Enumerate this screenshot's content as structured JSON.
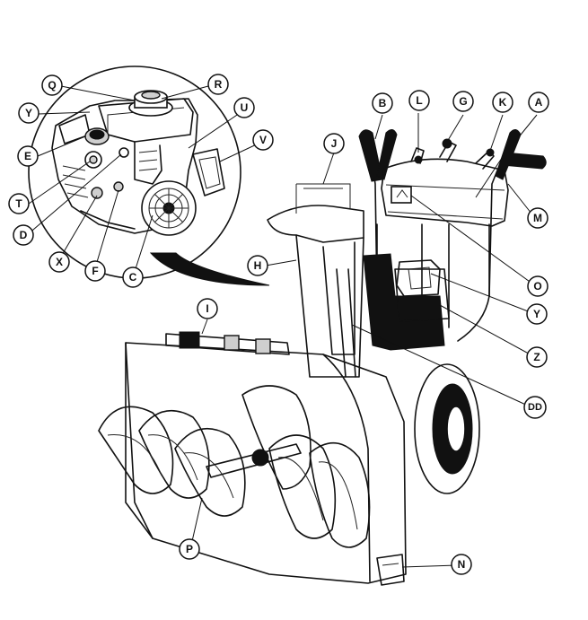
{
  "callouts": [
    {
      "id": "A",
      "label": "A"
    },
    {
      "id": "B",
      "label": "B"
    },
    {
      "id": "C",
      "label": "C"
    },
    {
      "id": "D",
      "label": "D"
    },
    {
      "id": "DD",
      "label": "DD"
    },
    {
      "id": "E",
      "label": "E"
    },
    {
      "id": "F",
      "label": "F"
    },
    {
      "id": "G",
      "label": "G"
    },
    {
      "id": "H",
      "label": "H"
    },
    {
      "id": "I",
      "label": "I"
    },
    {
      "id": "J",
      "label": "J"
    },
    {
      "id": "K",
      "label": "K"
    },
    {
      "id": "L",
      "label": "L"
    },
    {
      "id": "M",
      "label": "M"
    },
    {
      "id": "N",
      "label": "N"
    },
    {
      "id": "O",
      "label": "O"
    },
    {
      "id": "P",
      "label": "P"
    },
    {
      "id": "Q",
      "label": "Q"
    },
    {
      "id": "R",
      "label": "R"
    },
    {
      "id": "T",
      "label": "T"
    },
    {
      "id": "U",
      "label": "U"
    },
    {
      "id": "V",
      "label": "V"
    },
    {
      "id": "X",
      "label": "X"
    },
    {
      "id": "Y1",
      "label": "Y"
    },
    {
      "id": "Y2",
      "label": "Y"
    },
    {
      "id": "Z",
      "label": "Z"
    }
  ]
}
